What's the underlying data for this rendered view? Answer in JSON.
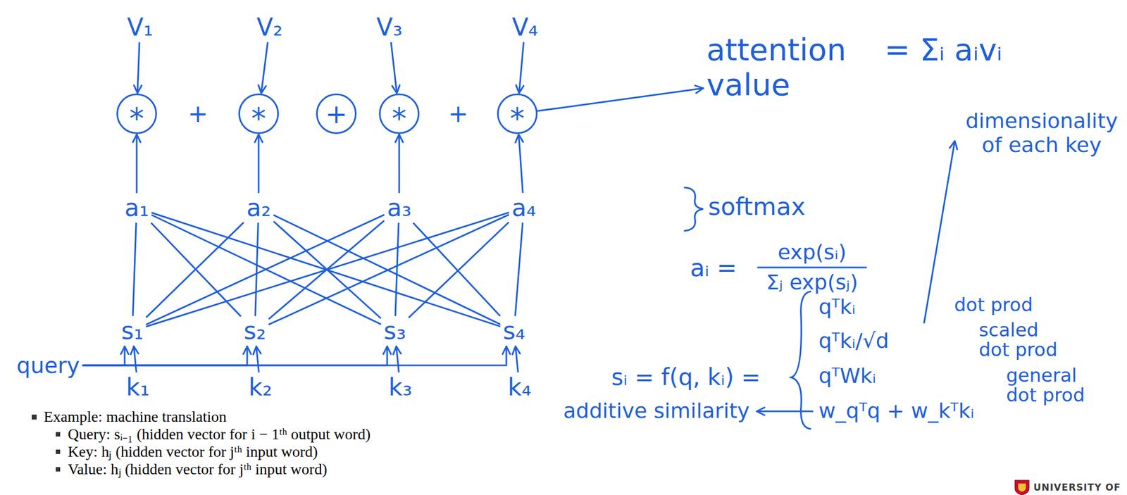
{
  "diagram": {
    "nodes": [
      {
        "text": [
          "V₁"
        ]
      },
      {
        "text": [
          "V₂"
        ]
      },
      {
        "text": [
          "V₃"
        ]
      },
      {
        "text": [
          "V₄"
        ]
      },
      {
        "text": [
          "*"
        ]
      },
      {
        "text": [
          "*"
        ]
      },
      {
        "text": [
          "+"
        ]
      },
      {
        "text": [
          "*"
        ]
      },
      {
        "text": [
          "*"
        ]
      },
      {
        "text": [
          "attention value",
          "= Σᵢ aᵢvᵢ"
        ]
      },
      {
        "text": [
          "a₁"
        ]
      },
      {
        "text": [
          "a₂"
        ]
      },
      {
        "text": [
          "a₃"
        ]
      },
      {
        "text": [
          "a₄"
        ]
      },
      {
        "text": [
          "s₁"
        ]
      },
      {
        "text": [
          "s₂"
        ]
      },
      {
        "text": [
          "s₃"
        ]
      },
      {
        "text": [
          "s₄"
        ]
      },
      {
        "text": [
          "query"
        ]
      },
      {
        "text": [
          "k₁"
        ]
      },
      {
        "text": [
          "k₂"
        ]
      },
      {
        "text": [
          "k₃"
        ]
      },
      {
        "text": [
          "k₄"
        ]
      }
    ],
    "edges": [
      {
        "from": 0,
        "to": 4,
        "arrow": "to"
      },
      {
        "from": 1,
        "to": 5,
        "arrow": "to"
      },
      {
        "from": 2,
        "to": 7,
        "arrow": "to"
      },
      {
        "from": 3,
        "to": 8,
        "arrow": "to"
      },
      {
        "from": 8,
        "to": 9,
        "arrow": "to"
      },
      {
        "from": 10,
        "to": 4,
        "arrow": "to"
      },
      {
        "from": 11,
        "to": 5,
        "arrow": "to"
      },
      {
        "from": 12,
        "to": 7,
        "arrow": "to"
      },
      {
        "from": 13,
        "to": 8,
        "arrow": "to"
      },
      {
        "from": 14,
        "to": 10,
        "arrow": "none"
      },
      {
        "from": 14,
        "to": 11,
        "arrow": "none"
      },
      {
        "from": 14,
        "to": 12,
        "arrow": "none"
      },
      {
        "from": 14,
        "to": 13,
        "arrow": "none"
      },
      {
        "from": 15,
        "to": 10,
        "arrow": "none"
      },
      {
        "from": 15,
        "to": 11,
        "arrow": "none"
      },
      {
        "from": 15,
        "to": 12,
        "arrow": "none"
      },
      {
        "from": 15,
        "to": 13,
        "arrow": "none"
      },
      {
        "from": 16,
        "to": 10,
        "arrow": "none"
      },
      {
        "from": 16,
        "to": 11,
        "arrow": "none"
      },
      {
        "from": 16,
        "to": 12,
        "arrow": "none"
      },
      {
        "from": 16,
        "to": 13,
        "arrow": "none"
      },
      {
        "from": 17,
        "to": 10,
        "arrow": "none"
      },
      {
        "from": 17,
        "to": 11,
        "arrow": "none"
      },
      {
        "from": 17,
        "to": 12,
        "arrow": "none"
      },
      {
        "from": 17,
        "to": 13,
        "arrow": "none"
      },
      {
        "from": 18,
        "to": 14,
        "arrow": "to"
      },
      {
        "from": 18,
        "to": 15,
        "arrow": "to"
      },
      {
        "from": 18,
        "to": 16,
        "arrow": "to"
      },
      {
        "from": 18,
        "to": 17,
        "arrow": "to"
      },
      {
        "from": 19,
        "to": 14,
        "arrow": "to"
      },
      {
        "from": 20,
        "to": 15,
        "arrow": "to"
      },
      {
        "from": 21,
        "to": 16,
        "arrow": "to"
      },
      {
        "from": 22,
        "to": 17,
        "arrow": "to"
      }
    ],
    "labels": [
      "+",
      "+",
      "softmax",
      "aᵢ =",
      "exp(sᵢ)",
      "Σⱼ exp(sⱼ)",
      "sᵢ = f(q, kᵢ) =",
      "qᵀkᵢ",
      "dot prod",
      "qᵀkᵢ/√d",
      "scaled dot prod",
      "qᵀWkᵢ",
      "general dot prod",
      "w_qᵀq + w_kᵀkᵢ",
      "additive similarity",
      "dimensionality of each key",
      "Example: machine translation",
      "Query: sᵢ₋₁ (hidden vector for i − 1ᵗʰ output word)",
      "Key: hⱼ (hidden vector for jᵗʰ input word)",
      "Value: hⱼ (hidden vector for jᵗʰ input word)",
      "UNIVERSITY OF"
    ]
  }
}
